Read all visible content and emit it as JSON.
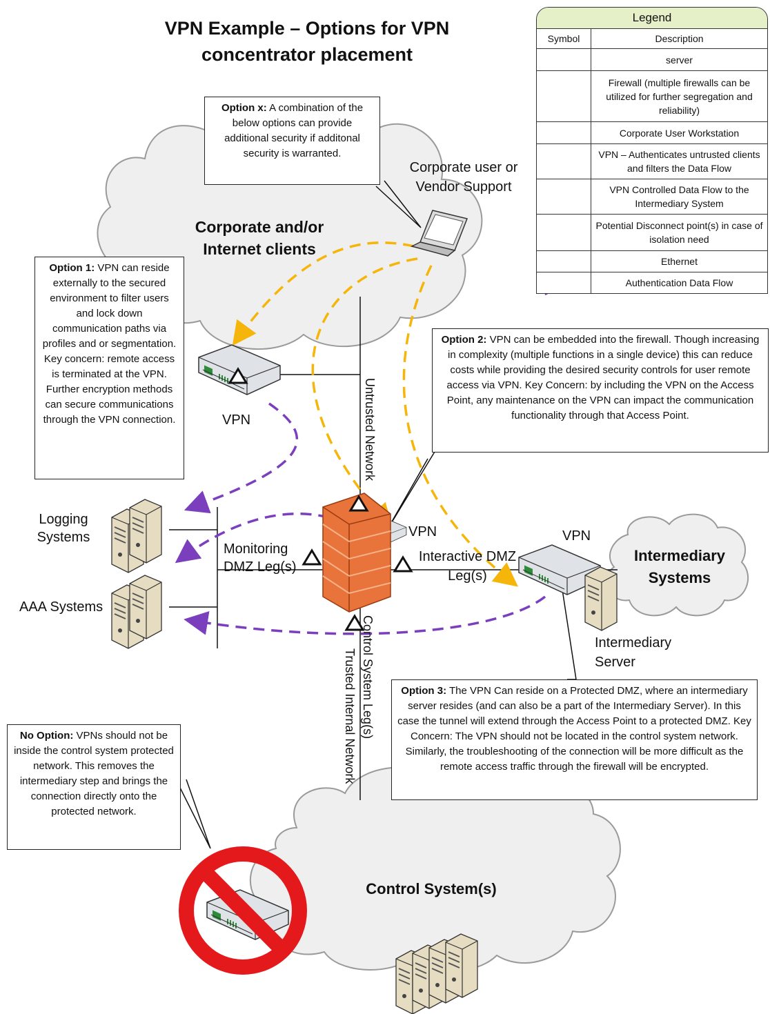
{
  "title": {
    "line1": "VPN Example – Options for VPN",
    "line2": "concentrator placement"
  },
  "legend": {
    "title": "Legend",
    "header_symbol": "Symbol",
    "header_description": "Description",
    "rows": [
      {
        "icon": "server-icon",
        "description": "server"
      },
      {
        "icon": "firewall-icon",
        "description": "Firewall (multiple firewalls can be utilized for further segregation and reliability)"
      },
      {
        "icon": "workstation-icon",
        "description": "Corporate User Workstation"
      },
      {
        "icon": "vpn-icon",
        "description": "VPN – Authenticates untrusted clients and filters the Data Flow"
      },
      {
        "icon": "vpn-data-flow-icon",
        "description": "VPN Controlled Data Flow to the Intermediary System"
      },
      {
        "icon": "disconnect-point-icon",
        "description": "Potential Disconnect point(s) in case of isolation need"
      },
      {
        "icon": "ethernet-icon",
        "description": "Ethernet"
      },
      {
        "icon": "auth-data-flow-icon",
        "description": "Authentication Data Flow"
      }
    ]
  },
  "colors": {
    "vpn_flow": "#f5b50a",
    "auth_flow": "#7b3fbe",
    "firewall": "#e8743b",
    "nogo": "#e3191c",
    "legend_header": "#e6f0c8"
  },
  "callouts": {
    "option_x": {
      "heading": "Option x:",
      "body": "A combination of the below options can provide additional security if additonal security is warranted."
    },
    "option_1": {
      "heading": "Option 1:",
      "body": "VPN can reside externally to the secured environment to filter users and lock down communication paths via profiles and or segmentation. Key concern: remote access is terminated at the VPN. Further encryption methods can secure communications through the VPN connection."
    },
    "option_2": {
      "heading": "Option 2:",
      "body": "VPN can be embedded into the firewall. Though increasing in complexity (multiple functions in a single device) this can reduce costs while providing the desired security controls for user remote access via VPN. Key Concern: by including the VPN on the Access Point, any maintenance on the VPN can impact the communication functionality through that Access Point."
    },
    "option_3": {
      "heading": "Option 3:",
      "body": "The VPN Can reside on a Protected DMZ, where an intermediary server resides (and can also be a part of the Intermediary Server). In this case the tunnel will extend through the Access Point to a protected DMZ. Key Concern: The VPN should not be located in the control system network. Similarly, the troubleshooting of the connection will be more difficult as the remote access traffic through the firewall will be encrypted."
    },
    "no_option": {
      "heading": "No Option:",
      "body": "VPNs should not be inside the control system protected network. This removes the intermediary step and brings the connection directly onto the protected network."
    }
  },
  "labels": {
    "corporate_user": "Corporate user or Vendor Support",
    "corporate_cloud": "Corporate and/or Internet clients",
    "vpn_option1": "VPN",
    "vpn_option2": "VPN",
    "vpn_option3": "VPN",
    "untrusted_network": "Untrusted Network",
    "logging_systems": "Logging Systems",
    "aaa_systems": "AAA Systems",
    "monitoring_dmz": "Monitoring DMZ Leg(s)",
    "interactive_dmz": "Interactive  DMZ Leg(s)",
    "intermediary_systems": "Intermediary Systems",
    "intermediary_server": "Intermediary Server",
    "control_system_leg": "Control System Leg(s)",
    "trusted_internal": "Trusted Internal Network",
    "control_systems": "Control System(s)"
  }
}
